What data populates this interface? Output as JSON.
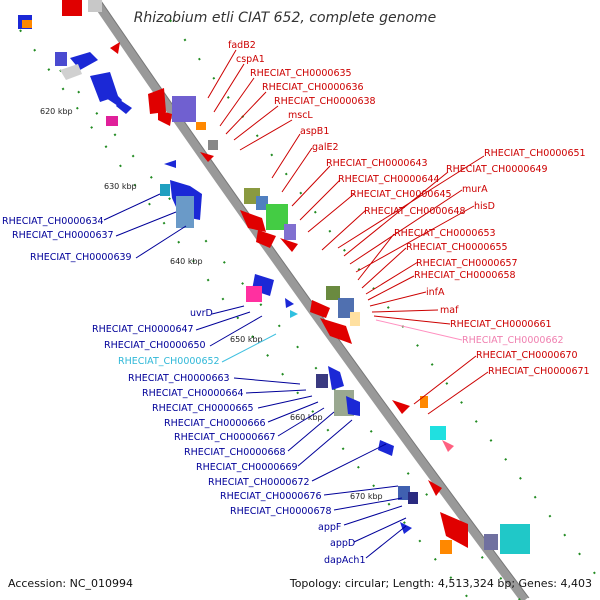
{
  "title": "Rhizobium etli CIAT 652, complete genome",
  "accession": "Accession: NC_010994",
  "topology": "Topology: circular; Length: 4,513,324 bp; Genes: 4,403",
  "colors": {
    "forward_label": "#cc0000",
    "reverse_label": "#000099",
    "backbone": "#999999",
    "tick": "#228b22"
  },
  "kbp_marks": [
    "620 kbp",
    "630 kbp",
    "640 kbp",
    "650 kbp",
    "660 kbp",
    "670 kbp"
  ],
  "forward_genes": [
    "fadB2",
    "cspA1",
    "RHECIAT_CH0000635",
    "RHECIAT_CH0000636",
    "RHECIAT_CH0000638",
    "mscL",
    "aspB1",
    "galE2",
    "RHECIAT_CH0000643",
    "RHECIAT_CH0000644",
    "RHECIAT_CH0000645",
    "RHECIAT_CH0000648",
    "RHECIAT_CH0000651",
    "RHECIAT_CH0000649",
    "murA",
    "hisD",
    "RHECIAT_CH0000653",
    "RHECIAT_CH0000655",
    "RHECIAT_CH0000657",
    "RHECIAT_CH0000658",
    "infA",
    "maf",
    "RHECIAT_CH0000661",
    "RHECIAT_CH0000662",
    "RHECIAT_CH0000670",
    "RHECIAT_CH0000671"
  ],
  "reverse_genes": [
    "RHECIAT_CH0000634",
    "RHECIAT_CH0000637",
    "RHECIAT_CH0000639",
    "uvrD",
    "RHECIAT_CH0000647",
    "RHECIAT_CH0000650",
    "RHECIAT_CH0000652",
    "RHECIAT_CH0000663",
    "RHECIAT_CH0000664",
    "RHECIAT_CH0000665",
    "RHECIAT_CH0000666",
    "RHECIAT_CH0000667",
    "RHECIAT_CH0000668",
    "RHECIAT_CH0000669",
    "RHECIAT_CH0000672",
    "RHECIAT_CH0000676",
    "RHECIAT_CH0000678",
    "appF",
    "appD",
    "dapAch1"
  ]
}
